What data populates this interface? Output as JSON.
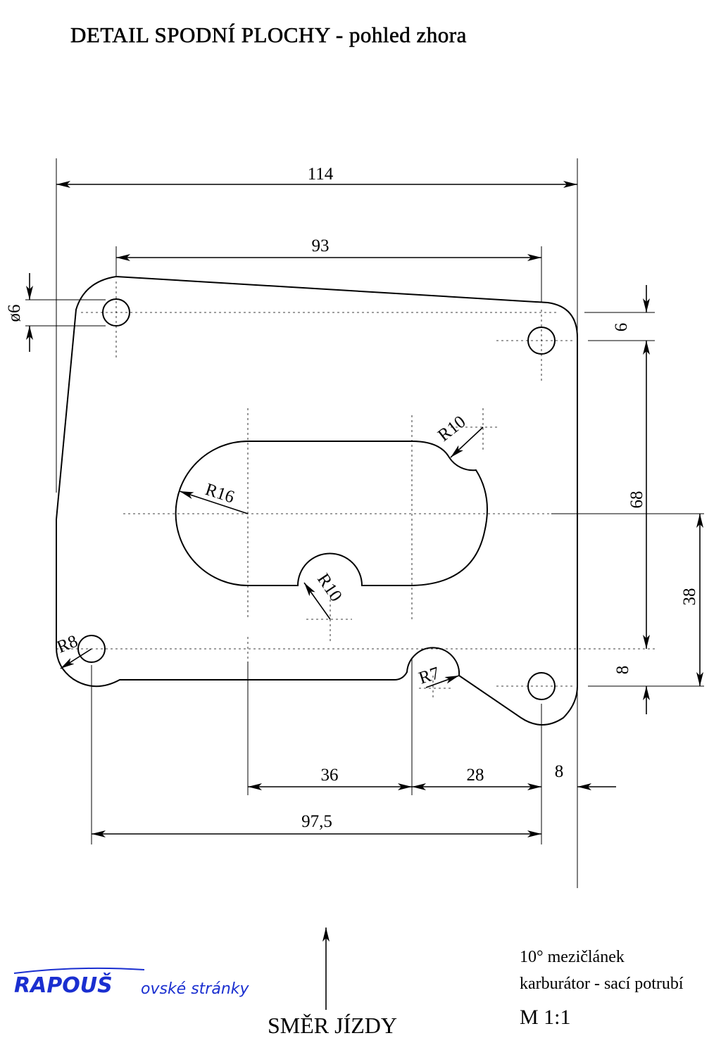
{
  "title": "DETAIL SPODNÍ PLOCHY - pohled zhora",
  "dimensions": {
    "overall_width": "114",
    "top_holes_span": "93",
    "hole_diameter": "ø6",
    "top_offset": "6",
    "vertical_span": "68",
    "right_offset": "38",
    "bottom_offset": "8",
    "span_36": "36",
    "span_28": "28",
    "span_8": "8",
    "bottom_span": "97,5"
  },
  "radii": {
    "r10_top": "R10",
    "r16": "R16",
    "r10_bottom": "R10",
    "r8": "R8",
    "r7": "R7"
  },
  "notes": {
    "line1": "10° mezičlánek",
    "line2": "karburátor - sací potrubí",
    "scale": "M 1:1"
  },
  "direction_label": "SMĚR JÍZDY",
  "logo": {
    "main": "RAPOUŠ",
    "sub": "ovské stránky",
    "color": "#1a2fd0"
  }
}
